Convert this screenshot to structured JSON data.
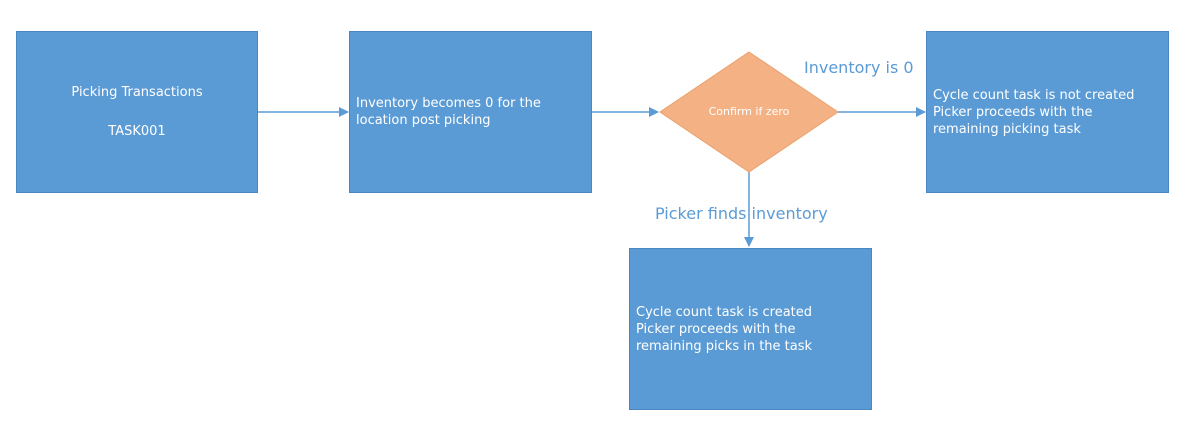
{
  "nodes": {
    "picking": {
      "lines": [
        "Picking Transactions",
        "TASK001"
      ]
    },
    "inventory_zero": {
      "lines": [
        "Inventory becomes 0 for the",
        "location post picking"
      ]
    },
    "decision": {
      "label": "Confirm if zero"
    },
    "not_created": {
      "lines": [
        "Cycle count task is not created",
        "Picker proceeds with the",
        "remaining picking task"
      ]
    },
    "created": {
      "lines": [
        "Cycle count task is created",
        "Picker proceeds with the",
        "remaining picks in the task"
      ]
    }
  },
  "edges": {
    "zero_branch": "Inventory is 0",
    "found_branch": "Picker finds inventory"
  },
  "colors": {
    "box_fill": "#5b9bd5",
    "decision_fill": "#f4b183",
    "connector": "#5b9bd5",
    "text_on_box": "#ffffff"
  }
}
